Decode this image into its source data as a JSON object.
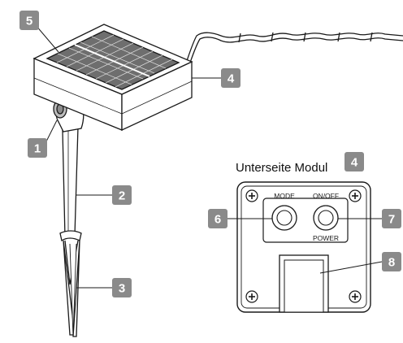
{
  "colors": {
    "badge_fill": "#8a8a8a",
    "badge_text": "#ffffff",
    "line": "#1a1a1a",
    "panel_fill": "#ffffff"
  },
  "callouts": {
    "c1": "1",
    "c2": "2",
    "c3": "3",
    "c4": "4",
    "c5": "5",
    "c6": "6",
    "c7": "7",
    "c8": "8"
  },
  "module_underside": {
    "title": "Unterseite Modul",
    "title_badge": "4",
    "mode_label": "MODE",
    "onoff_label": "ON/OFF",
    "power_label": "POWER"
  }
}
